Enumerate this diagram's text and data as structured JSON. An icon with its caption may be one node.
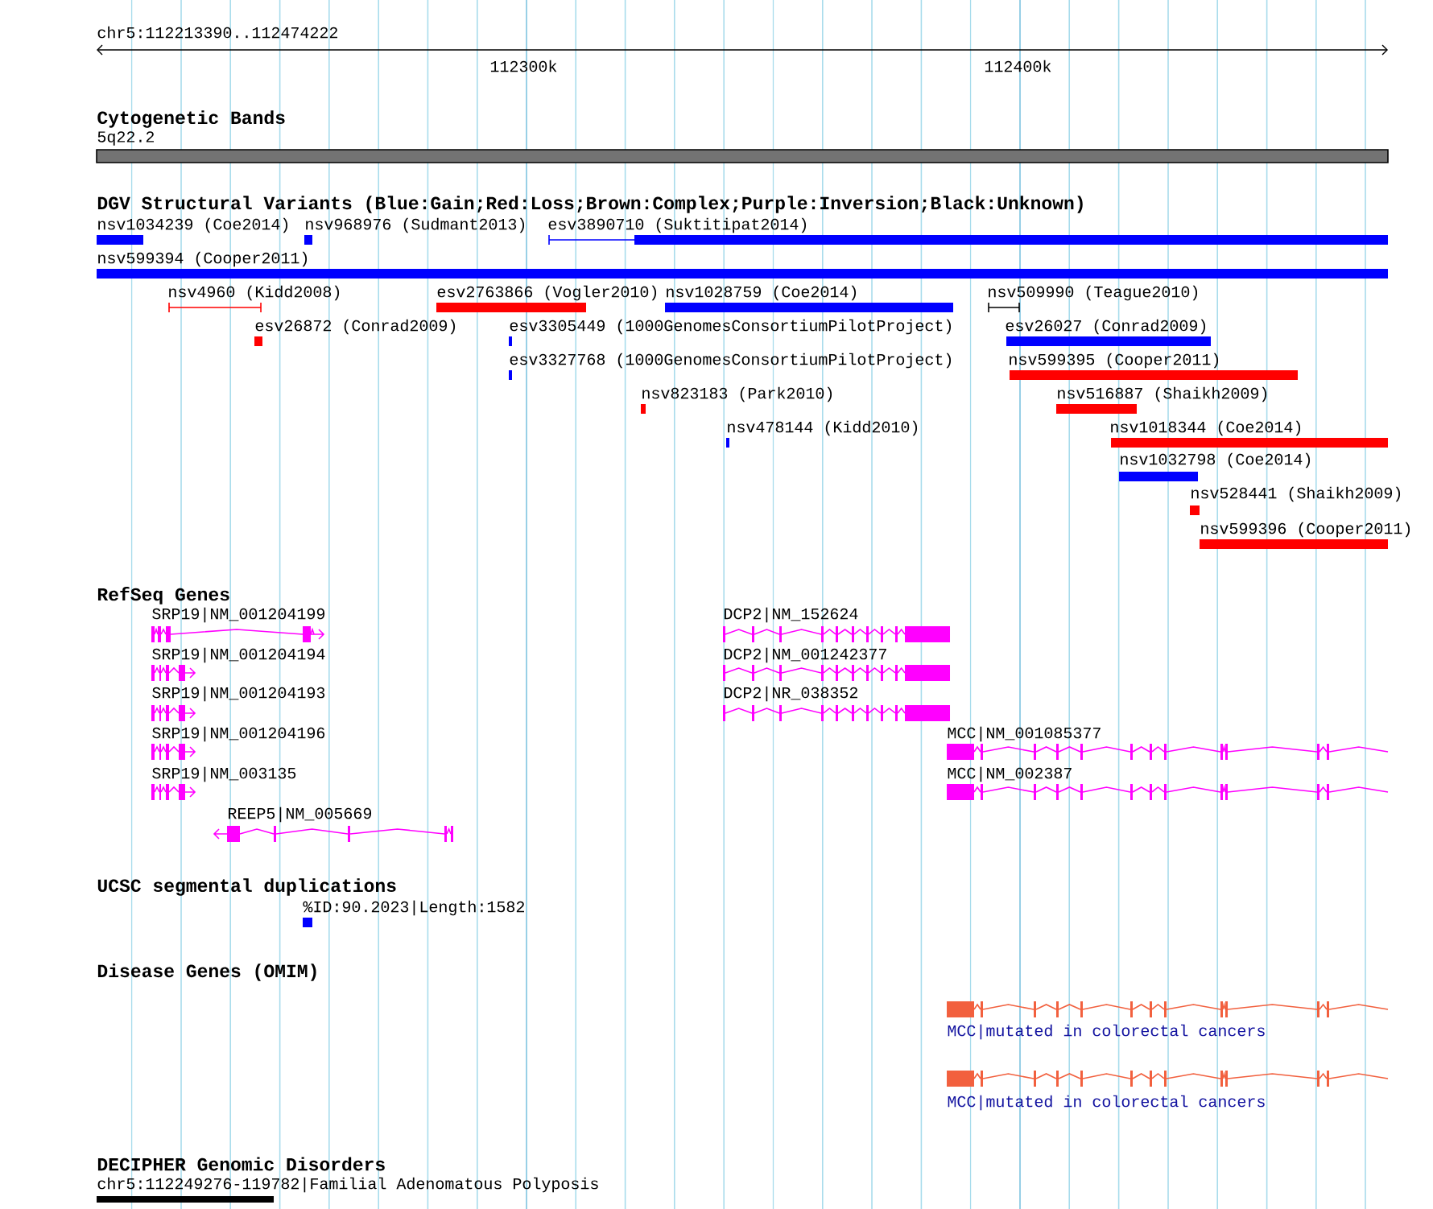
{
  "diagram": {
    "labels": [
      "chr5:112213390..112474222",
      "112300k",
      "112400k",
      "Cytogenetic Bands",
      "5q22.2",
      "DGV Structural Variants (Blue:Gain;Red:Loss;Brown:Complex;Purple:Inversion;Black:Unknown)",
      "nsv1034239 (Coe2014)",
      "nsv968976 (Sudmant2013)",
      "esv3890710 (Suktitipat2014)",
      "nsv599394 (Cooper2011)",
      "nsv4960 (Kidd2008)",
      "esv2763866 (Vogler2010)",
      "nsv1028759 (Coe2014)",
      "nsv509990 (Teague2010)",
      "esv26872 (Conrad2009)",
      "esv3305449 (1000GenomesConsortiumPilotProject)",
      "esv26027 (Conrad2009)",
      "esv3327768 (1000GenomesConsortiumPilotProject)",
      "nsv599395 (Cooper2011)",
      "nsv823183 (Park2010)",
      "nsv516887 (Shaikh2009)",
      "nsv478144 (Kidd2010)",
      "nsv1018344 (Coe2014)",
      "nsv1032798 (Coe2014)",
      "nsv528441 (Shaikh2009)",
      "nsv599396 (Cooper2011)",
      "RefSeq Genes",
      "SRP19|NM_001204199",
      "DCP2|NM_152624",
      "SRP19|NM_001204194",
      "DCP2|NM_001242377",
      "SRP19|NM_001204193",
      "DCP2|NR_038352",
      "SRP19|NM_001204196",
      "MCC|NM_001085377",
      "SRP19|NM_003135",
      "MCC|NM_002387",
      "REEP5|NM_005669",
      "UCSC segmental duplications",
      "%ID:90.2023|Length:1582",
      "Disease Genes (OMIM)",
      "MCC|mutated in colorectal cancers",
      "MCC|mutated in colorectal cancers",
      "DECIPHER Genomic Disorders",
      "chr5:112249276-119782|Familial Adenomatous Polyposis"
    ]
  }
}
